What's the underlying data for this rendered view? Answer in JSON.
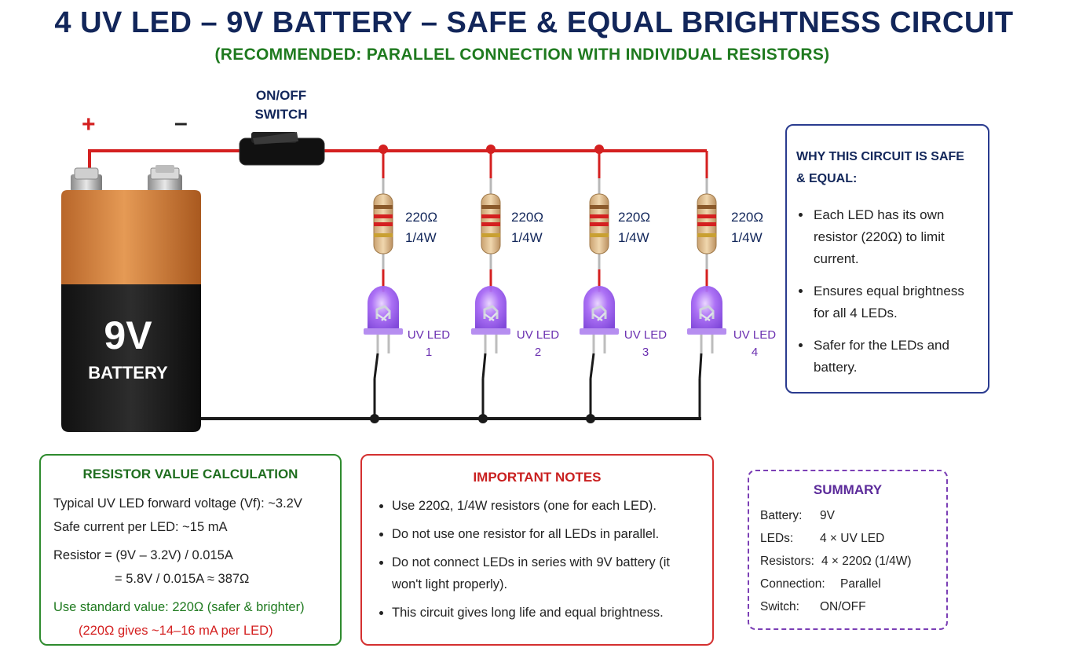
{
  "title": "4 UV LED – 9V BATTERY – SAFE & EQUAL BRIGHTNESS CIRCUIT",
  "subtitle": "(RECOMMENDED: PARALLEL CONNECTION WITH INDIVIDUAL RESISTORS)",
  "switch": {
    "line1": "ON/OFF",
    "line2": "SWITCH"
  },
  "battery": {
    "plus": "+",
    "minus": "–",
    "voltage": "9V",
    "name": "BATTERY"
  },
  "resistors": [
    {
      "value": "220Ω",
      "power": "1/4W"
    },
    {
      "value": "220Ω",
      "power": "1/4W"
    },
    {
      "value": "220Ω",
      "power": "1/4W"
    },
    {
      "value": "220Ω",
      "power": "1/4W"
    }
  ],
  "leds": [
    {
      "label": "UV LED",
      "num": "1"
    },
    {
      "label": "UV LED",
      "num": "2"
    },
    {
      "label": "UV LED",
      "num": "3"
    },
    {
      "label": "UV LED",
      "num": "4"
    }
  ],
  "why": {
    "title_line1": "WHY THIS CIRCUIT IS SAFE",
    "title_line2": "& EQUAL:",
    "items": [
      "Each LED has its own resistor (220Ω) to limit current.",
      "Ensures equal brightness for all 4 LEDs.",
      "Safer for the LEDs and battery."
    ]
  },
  "calc": {
    "title": "RESISTOR VALUE CALCULATION",
    "line1": "Typical UV LED forward voltage (Vf): ~3.2V",
    "line2": "Safe current per LED:  ~15 mA",
    "line3": "Resistor = (9V – 3.2V) / 0.015A",
    "line4": "= 5.8V / 0.015A  ≈ 387Ω",
    "line5": "Use standard value: 220Ω (safer & brighter)",
    "line6": "(220Ω gives ~14–16 mA per LED)"
  },
  "notes": {
    "title": "IMPORTANT NOTES",
    "items": [
      "Use 220Ω, 1/4W resistors (one for each LED).",
      "Do not use one resistor for all LEDs in parallel.",
      "Do not connect LEDs in series with 9V battery (it won't light properly).",
      "This circuit gives long life and equal brightness."
    ]
  },
  "summary": {
    "title": "SUMMARY",
    "rows": [
      {
        "k": "Battery:",
        "v": "9V"
      },
      {
        "k": "LEDs:",
        "v": "4 × UV LED"
      },
      {
        "k": "Resistors:",
        "v": "4 × 220Ω (1/4W)"
      },
      {
        "k": "Connection:",
        "v": "Parallel"
      },
      {
        "k": "Switch:",
        "v": "ON/OFF"
      }
    ]
  },
  "colors": {
    "wire_positive": "#d42020",
    "wire_negative": "#1a1a1a",
    "led_uv": "#9b5cf0",
    "battery_top": "#c87a35"
  }
}
